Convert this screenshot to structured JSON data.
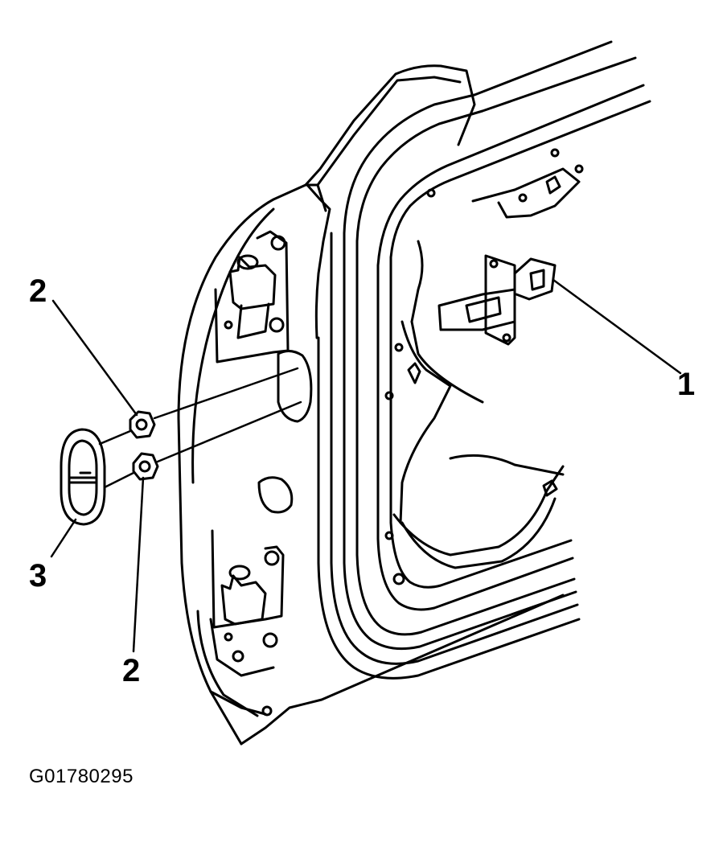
{
  "callouts": {
    "hinge_check_link": "1",
    "nut_upper": "2",
    "nut_lower": "2",
    "access_plug": "3"
  },
  "figure_id": "G01780295",
  "colors": {
    "line": "#000000",
    "background": "#ffffff"
  }
}
